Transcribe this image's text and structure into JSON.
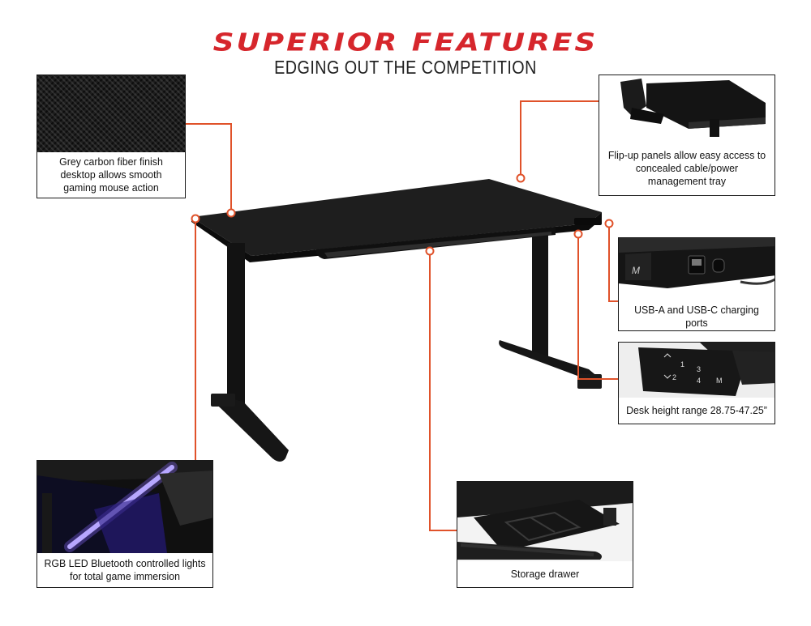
{
  "header": {
    "title": "SUPERIOR FEATURES",
    "subtitle": "EDGING OUT THE COMPETITION"
  },
  "accent_color": "#e0522a",
  "title_color": "#d6262c",
  "callouts": [
    {
      "id": "carbon-finish",
      "lines": [
        "Grey carbon fiber finish",
        "desktop allows smooth",
        "gaming mouse action"
      ],
      "image": "carbon-fiber-texture"
    },
    {
      "id": "flip-up-panels",
      "lines": [
        "Flip-up panels allow easy access to",
        "concealed cable/power",
        "management tray"
      ],
      "image": "flip-up-panel-photo"
    },
    {
      "id": "charging-ports",
      "lines": [
        "USB-A and USB-C charging ports"
      ],
      "image": "usb-ports-photo"
    },
    {
      "id": "height-range",
      "lines": [
        "Desk height range 28.75-47.25”"
      ],
      "image": "control-keypad-photo",
      "keypad_keys": [
        "1",
        "2",
        "3",
        "4",
        "M"
      ]
    },
    {
      "id": "rgb-lights",
      "lines": [
        "RGB LED Bluetooth controlled lights",
        "for total game immersion"
      ],
      "image": "rgb-led-underside-photo"
    },
    {
      "id": "storage-drawer",
      "lines": [
        "Storage drawer"
      ],
      "image": "storage-drawer-photo"
    }
  ]
}
